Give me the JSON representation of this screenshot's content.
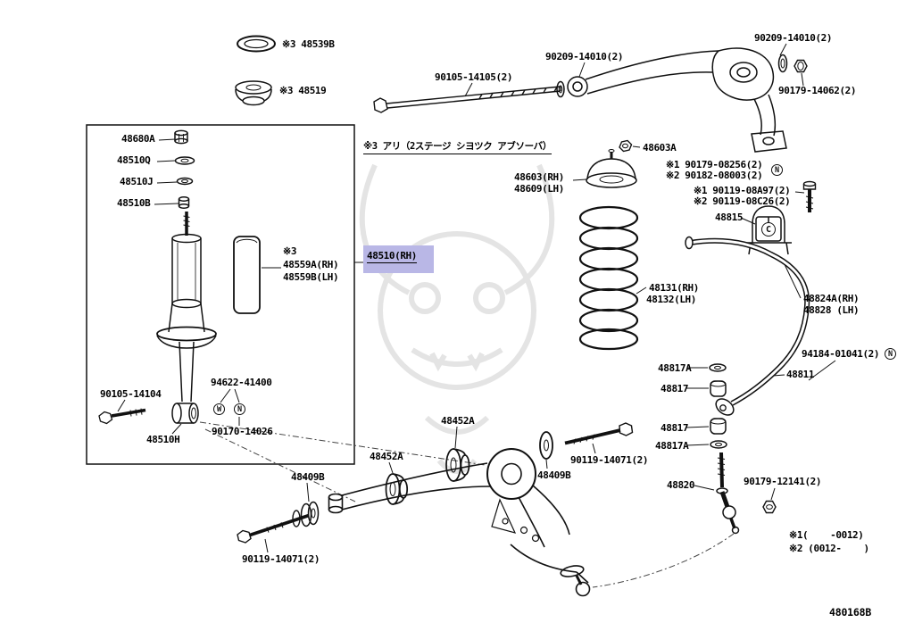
{
  "diagram": {
    "code": "480168B",
    "spec_note": "※3 アリ（2ステージ シヨツク アブソーバ）",
    "revision_note_1": "※1(    -0012)",
    "revision_note_2": "※2 (0012-    )"
  },
  "parts": {
    "ring_48539b": "※3 48539B",
    "insulator_48519": "※3 48519",
    "bolt_90105_14105": "90105-14105(2)",
    "bushing_90209_14010_left": "90209-14010(2)",
    "bushing_90209_14010_right": "90209-14010(2)",
    "nut_90179_14062": "90179-14062(2)",
    "nut_48680a": "48680A",
    "washer_48510q": "48510Q",
    "washer_48510j": "48510J",
    "collar_48510b": "48510B",
    "note3": "※3",
    "tube_48559a": "48559A(RH)",
    "tube_48559b": "48559B(LH)",
    "shock_48510rh": "48510(RH)",
    "bolt_90105_14104": "90105-14104",
    "washer_94622_41400": "94622-41400",
    "bushing_48510h": "48510H",
    "nut_90170_14026": "90170-14026",
    "nut_48603a": "48603A",
    "support_48603": "48603(RH)",
    "support_48609": "48609(LH)",
    "nut_90179_08256": "※1 90179-08256(2)",
    "nut_90182_08003": "※2 90182-08003(2)",
    "bolt_90119_08a97": "※1 90119-08A97(2)",
    "bolt_90119_08c26": "※2 90119-08C26(2)",
    "bushing_48815": "48815",
    "spring_48131": "48131(RH)",
    "spring_48132": "48132(LH)",
    "bracket_48824a": "48824A(RH)",
    "bracket_48828": "48828 (LH)",
    "nut_94184_01041": "94184-01041(2)",
    "retainer_48817a_top": "48817A",
    "cushion_48817_top": "48817",
    "bar_48811": "48811",
    "cushion_48817_bottom": "48817",
    "retainer_48817a_bottom": "48817A",
    "link_48820": "48820",
    "nut_90179_12141": "90179-12141(2)",
    "bushing_48452a_right": "48452A",
    "bushing_48452a_left": "48452A",
    "plate_48409b_left": "48409B",
    "plate_48409b_right": "48409B",
    "bolt_90119_14071_right": "90119-14071(2)",
    "bolt_90119_14071_left": "90119-14071(2)"
  },
  "glyphs": {
    "nut_symbol": "N",
    "washer_symbol": "W",
    "clip_symbol": "C"
  },
  "colors": {
    "highlight": "#b9b7e6",
    "line": "#111111",
    "watermark": "#e2e2e2"
  }
}
